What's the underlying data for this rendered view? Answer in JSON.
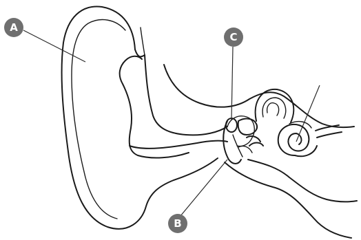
{
  "labels": {
    "a": "A",
    "b": "B",
    "c": "C"
  },
  "colors": {
    "line": "#1a1a1a",
    "badge": "#6f6f6f",
    "badge_text": "#ffffff",
    "background": "#ffffff"
  }
}
